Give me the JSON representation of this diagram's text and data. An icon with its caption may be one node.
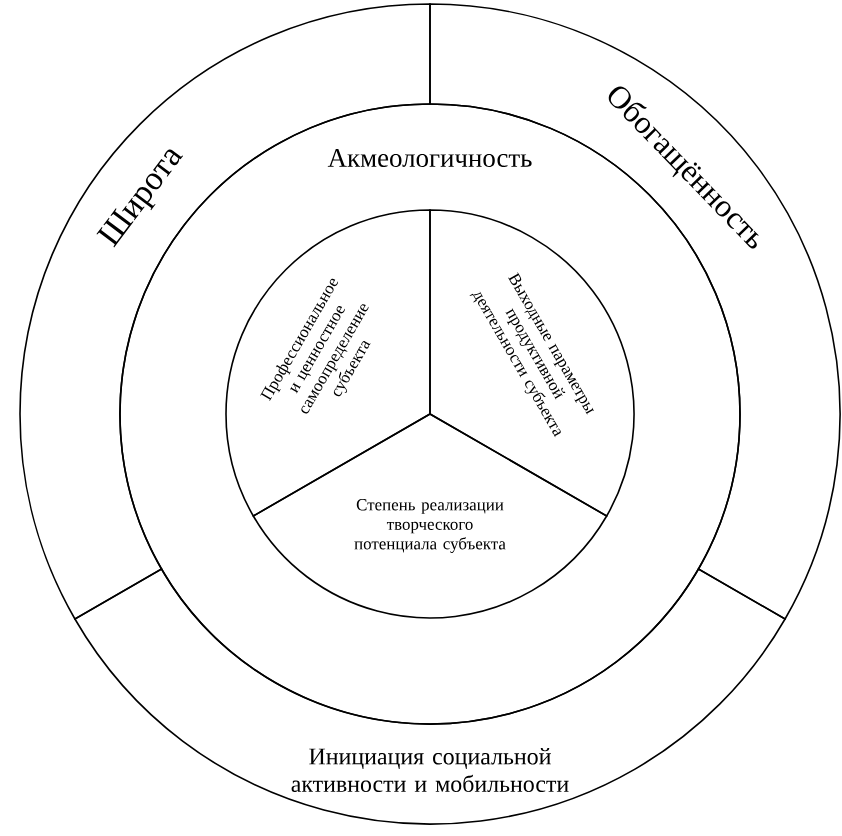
{
  "diagram": {
    "nodes": [
      {
        "text": [
          "Широта"
        ]
      },
      {
        "text": [
          "Обогащённость"
        ]
      },
      {
        "text": [
          "Инициация социальной активности и мобильности"
        ]
      },
      {
        "text": [
          "Акмеологичность"
        ]
      },
      {
        "text": [
          "Профессиональное и ценностное самоопределение субъекта"
        ],
        "in": 3
      },
      {
        "text": [
          "Выходные параметры продуктивной деятельности субъекта"
        ],
        "in": 3
      },
      {
        "text": [
          "Степень реализации творческого потенциала субъекта"
        ],
        "in": 3
      }
    ]
  }
}
